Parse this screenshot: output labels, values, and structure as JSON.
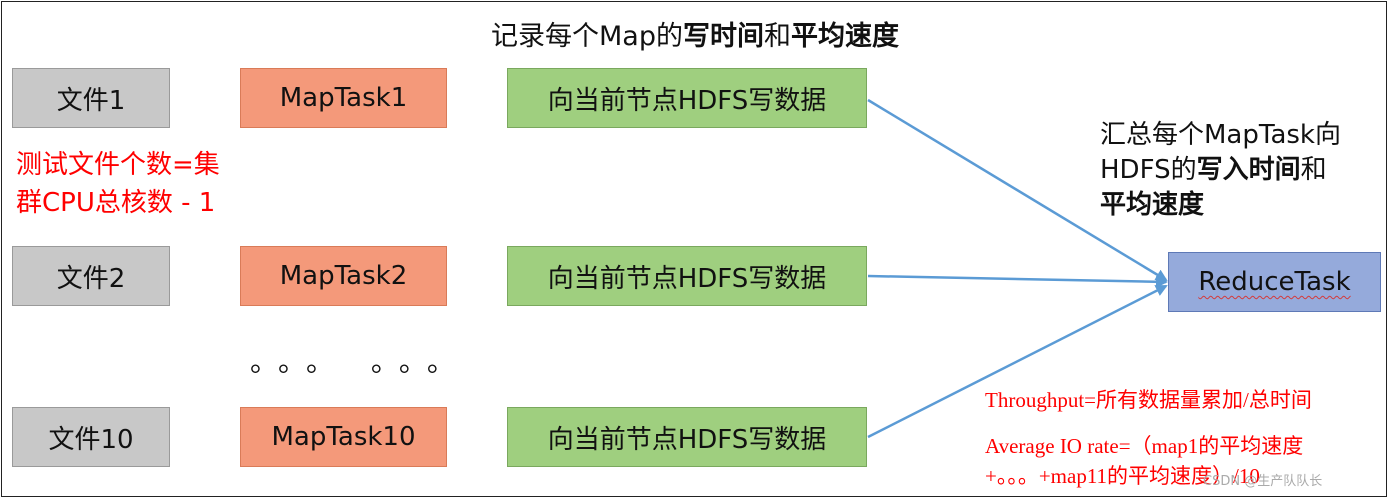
{
  "title": {
    "prefix": "记录每个Map的",
    "bold1": "写时间",
    "mid": "和",
    "bold2": "平均速度"
  },
  "files": [
    "文件1",
    "文件2",
    "文件10"
  ],
  "maptasks": [
    "MapTask1",
    "MapTask2",
    "MapTask10"
  ],
  "hdfs_label": "向当前节点HDFS写数据",
  "ellipsis": "。。。 。。。",
  "red_note": {
    "line1": "测试文件个数=集",
    "line2": "群CPU总核数 - 1"
  },
  "summary": {
    "line1": "汇总每个MapTask向",
    "line2_prefix": "HDFS的",
    "line2_bold": "写入时间",
    "line2_suffix": "和",
    "line3_bold": "平均速度"
  },
  "reduce_label": "ReduceTask",
  "formulas": {
    "throughput": "Throughput=所有数据量累加/总时间",
    "avg_line1": "Average IO rate=（map1的平均速度",
    "avg_line2": "+。。。+map11的平均速度）/10"
  },
  "watermark": "CSDN @生产队队长",
  "colors": {
    "file": "#c8c8c8",
    "map": "#f4997a",
    "hdfs": "#9fcf7f",
    "reduce": "#95aadb",
    "arrow": "#5b9bd5",
    "red": "#ff0000"
  }
}
